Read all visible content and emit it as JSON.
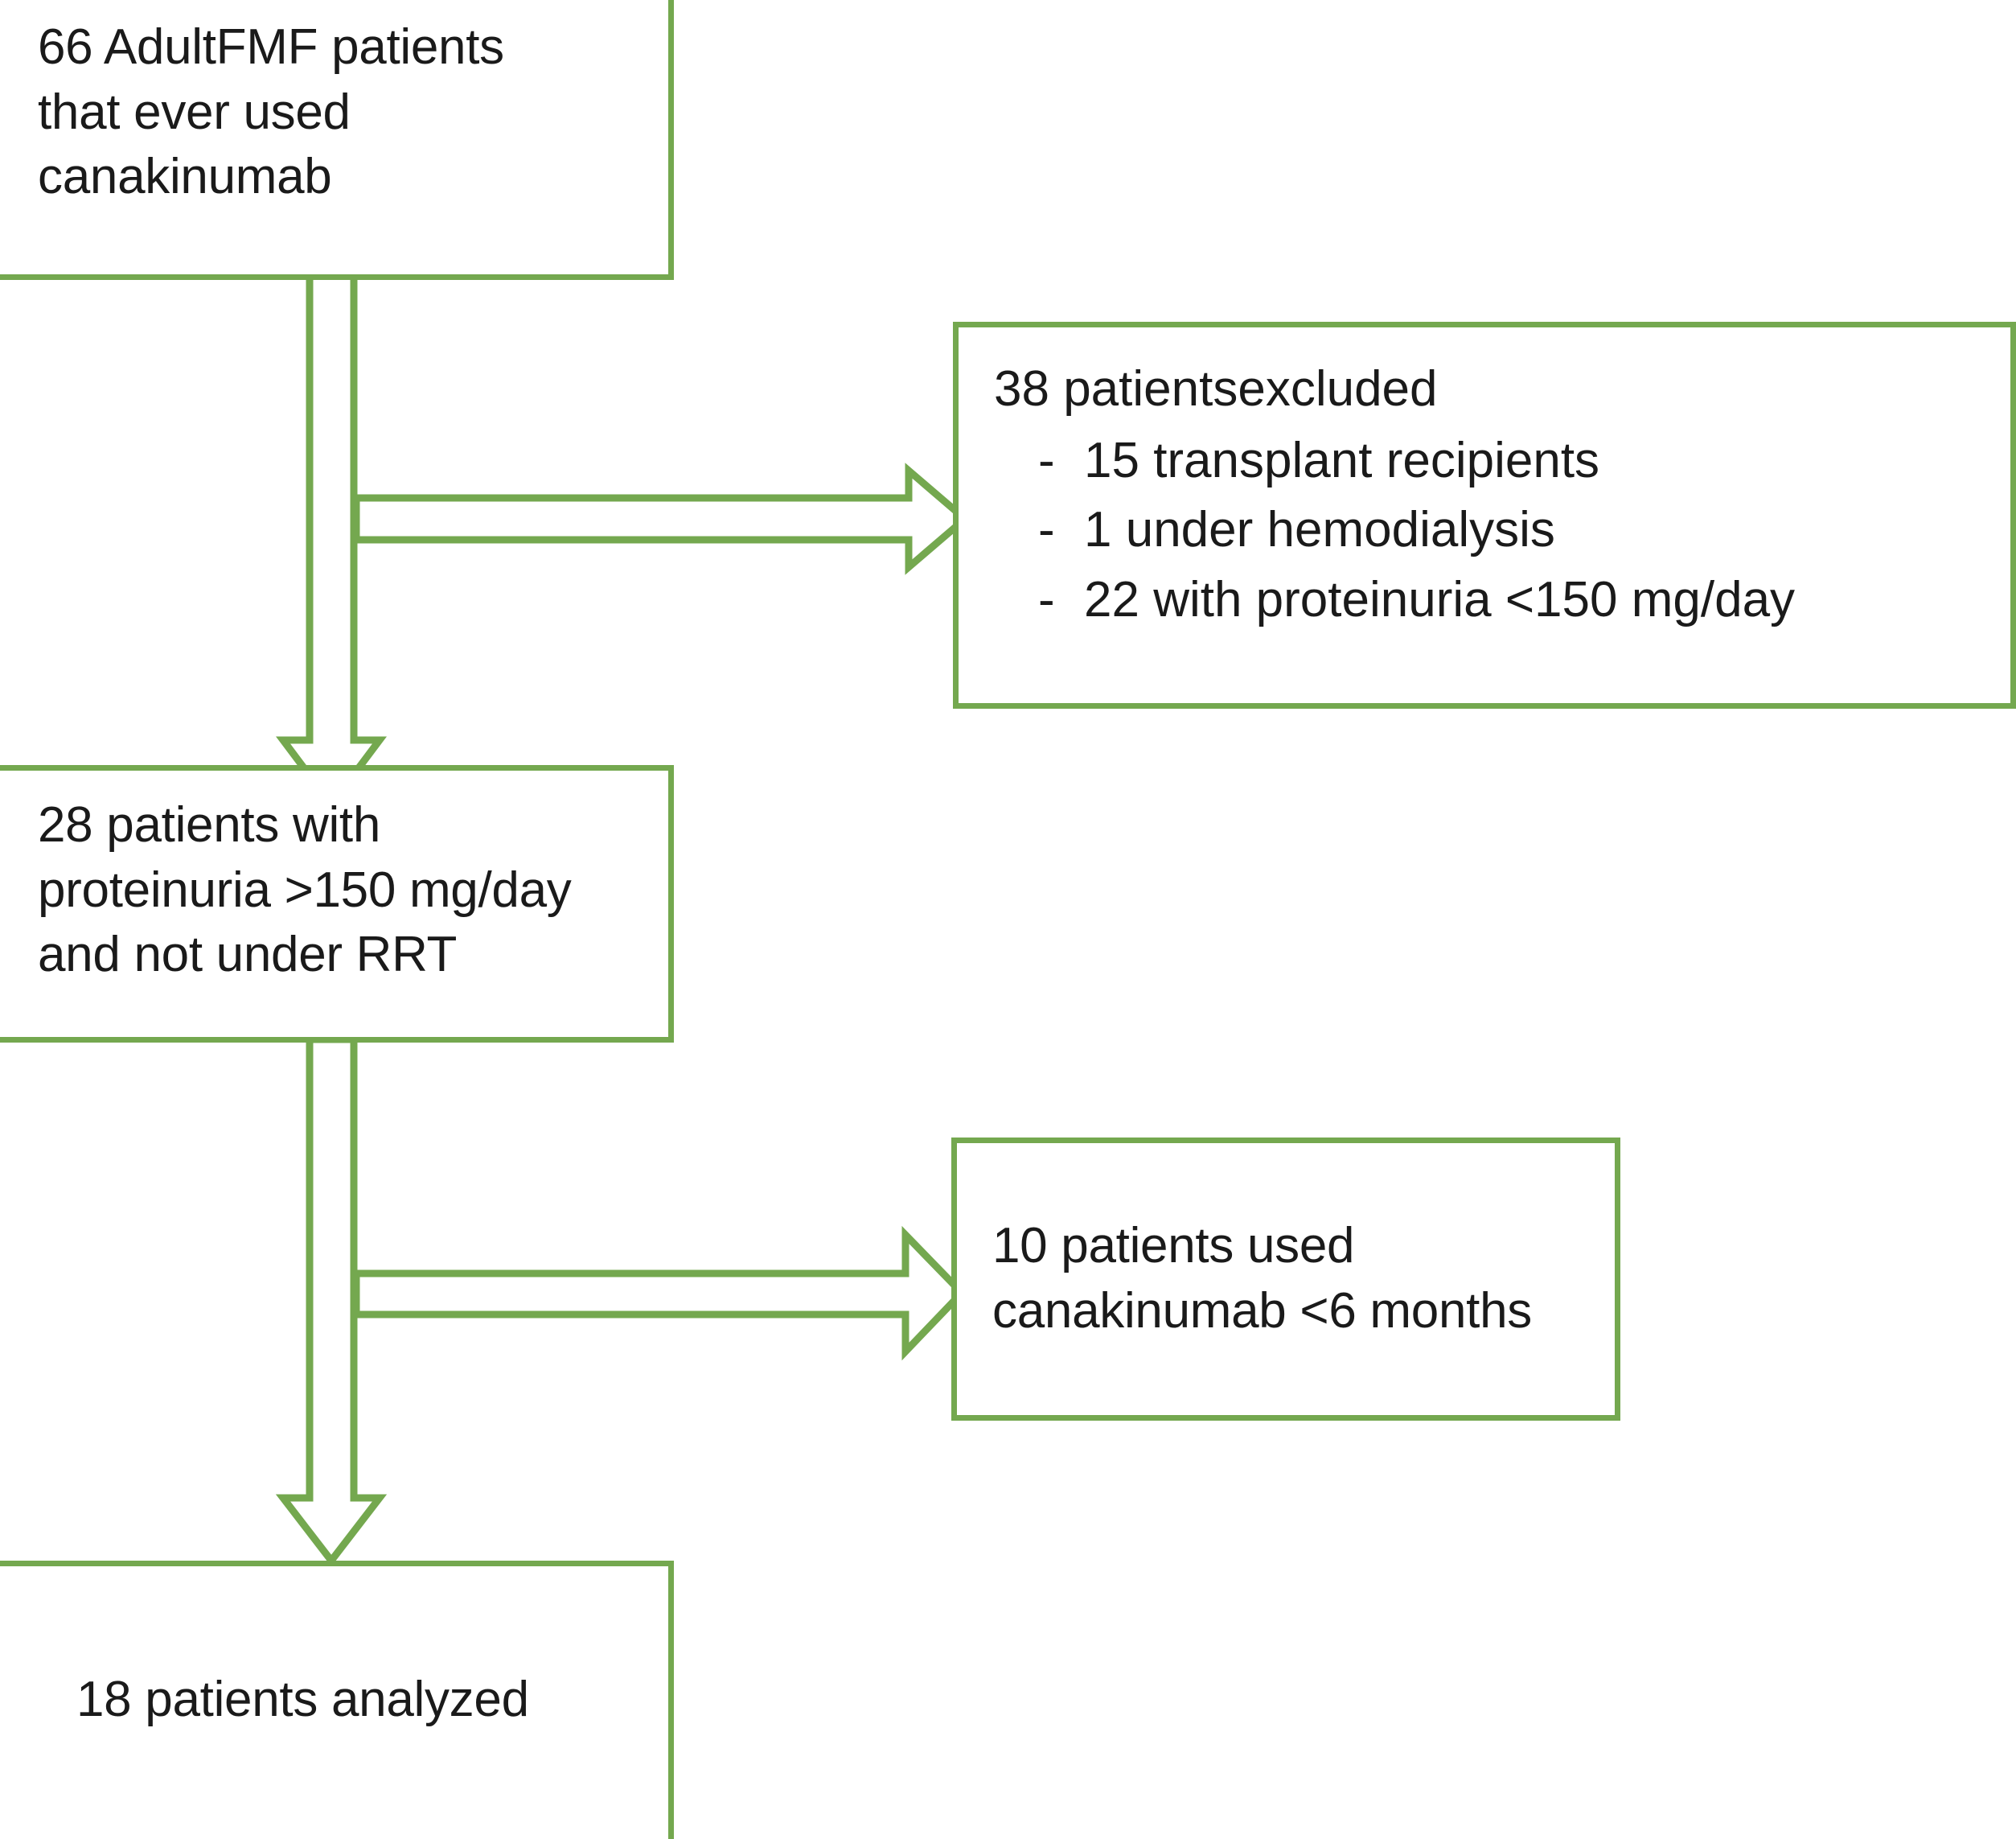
{
  "figure": {
    "type": "flowchart",
    "orientation": "top-to-bottom",
    "accent_color": "#74a84f",
    "text_color": "#1a1a1a",
    "background_color": "#ffffff"
  },
  "nodes": {
    "source": {
      "label": "66 AdultFMF patients\nthat ever used\ncanakinumab",
      "count": 66
    },
    "excluded": {
      "heading": "38 patientsexcluded",
      "count": 38,
      "reasons": [
        {
          "bullet": "-",
          "text": "15 transplant recipients",
          "count": 15
        },
        {
          "bullet": "-",
          "text": "1 under hemodialysis",
          "count": 1
        },
        {
          "bullet": "-",
          "text": "22 with proteinuria <150 mg/day",
          "count": 22
        }
      ]
    },
    "eligible": {
      "label": "28 patients with\nproteinuria >150 mg/day\nand not under RRT",
      "count": 28
    },
    "shortuse": {
      "label": "10 patients used\ncanakinumab <6 months",
      "count": 10
    },
    "analyzed": {
      "label": "18 patients analyzed",
      "count": 18
    }
  },
  "edges": [
    {
      "name": "source-to-eligible",
      "from": "source",
      "to": "eligible",
      "direction": "down",
      "style": "hollow-block-arrow"
    },
    {
      "name": "source-to-excluded",
      "from": "source",
      "to": "excluded",
      "direction": "right",
      "style": "hollow-block-arrow"
    },
    {
      "name": "eligible-to-analyzed",
      "from": "eligible",
      "to": "analyzed",
      "direction": "down",
      "style": "hollow-block-arrow"
    },
    {
      "name": "eligible-to-shortuse",
      "from": "eligible",
      "to": "shortuse",
      "direction": "right",
      "style": "hollow-block-arrow"
    }
  ]
}
